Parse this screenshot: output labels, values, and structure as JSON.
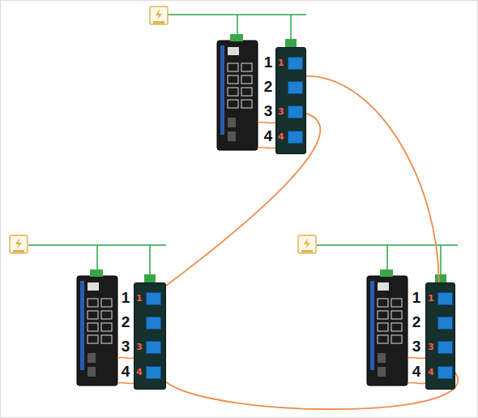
{
  "diagram": {
    "nodes": [
      {
        "text": [
          "1",
          "3",
          "4"
        ]
      },
      {
        "text": [
          "1",
          "3",
          "4"
        ]
      },
      {
        "text": [
          "1",
          "3",
          "4"
        ]
      }
    ],
    "edges": [
      {
        "from": 0,
        "to": 2,
        "arrow": "none"
      },
      {
        "from": 0,
        "to": 1,
        "arrow": "none"
      },
      {
        "from": 1,
        "to": 2,
        "arrow": "none"
      }
    ],
    "labels": [
      "1",
      "2",
      "3",
      "4",
      "1",
      "2",
      "3",
      "4",
      "1",
      "2",
      "3",
      "4"
    ]
  }
}
